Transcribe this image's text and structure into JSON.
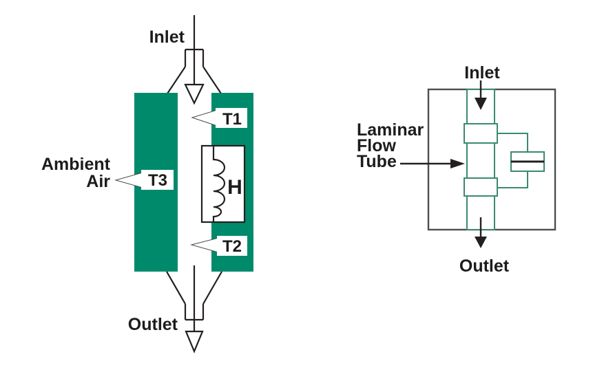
{
  "colors": {
    "green_fill": "#008A6C",
    "green_stroke": "#3A8973",
    "enclosure_stroke": "#4D4D4D",
    "line_color": "#231F20",
    "text_color": "#1C1C1C"
  },
  "left_diagram": {
    "inlet_label": "Inlet",
    "outlet_label": "Outlet",
    "ambient_air_label_line1": "Ambient",
    "ambient_air_label_line2": "Air",
    "temp_sensor_1": "T1",
    "temp_sensor_2": "T2",
    "temp_sensor_3": "T3",
    "heater_label": "H"
  },
  "right_diagram": {
    "inlet_label": "Inlet",
    "outlet_label": "Outlet",
    "laminar_flow_tube_label_line1": "Laminar",
    "laminar_flow_tube_label_line2": "Flow",
    "laminar_flow_tube_label_line3": "Tube"
  }
}
